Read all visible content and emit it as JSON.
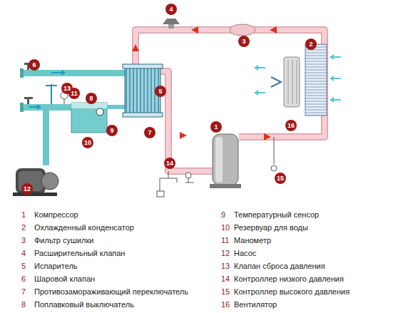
{
  "diagram": {
    "labels": [
      "1",
      "2",
      "3",
      "4",
      "5",
      "6",
      "7",
      "8",
      "9",
      "10",
      "11",
      "12",
      "13",
      "14",
      "15",
      "16",
      "1",
      "Компрессор",
      "2",
      "Охлажденный конденсатор",
      "3",
      "Фильтр сушилки",
      "4",
      "Расширительный клапан",
      "5",
      "Испаритель",
      "6",
      "Шаровой клапан",
      "7",
      "Противозамораживающий переключатель",
      "8",
      "Поплавковый выключатель",
      "9",
      "Температурный сенсор",
      "10",
      "Резервуар для воды",
      "11",
      "Манометр",
      "12",
      "Насос",
      "13",
      "Клапан сброса давления",
      "14",
      "Контроллер низкого давления",
      "15",
      "Контроллер высокого давления",
      "16",
      "Вентилятор"
    ]
  }
}
